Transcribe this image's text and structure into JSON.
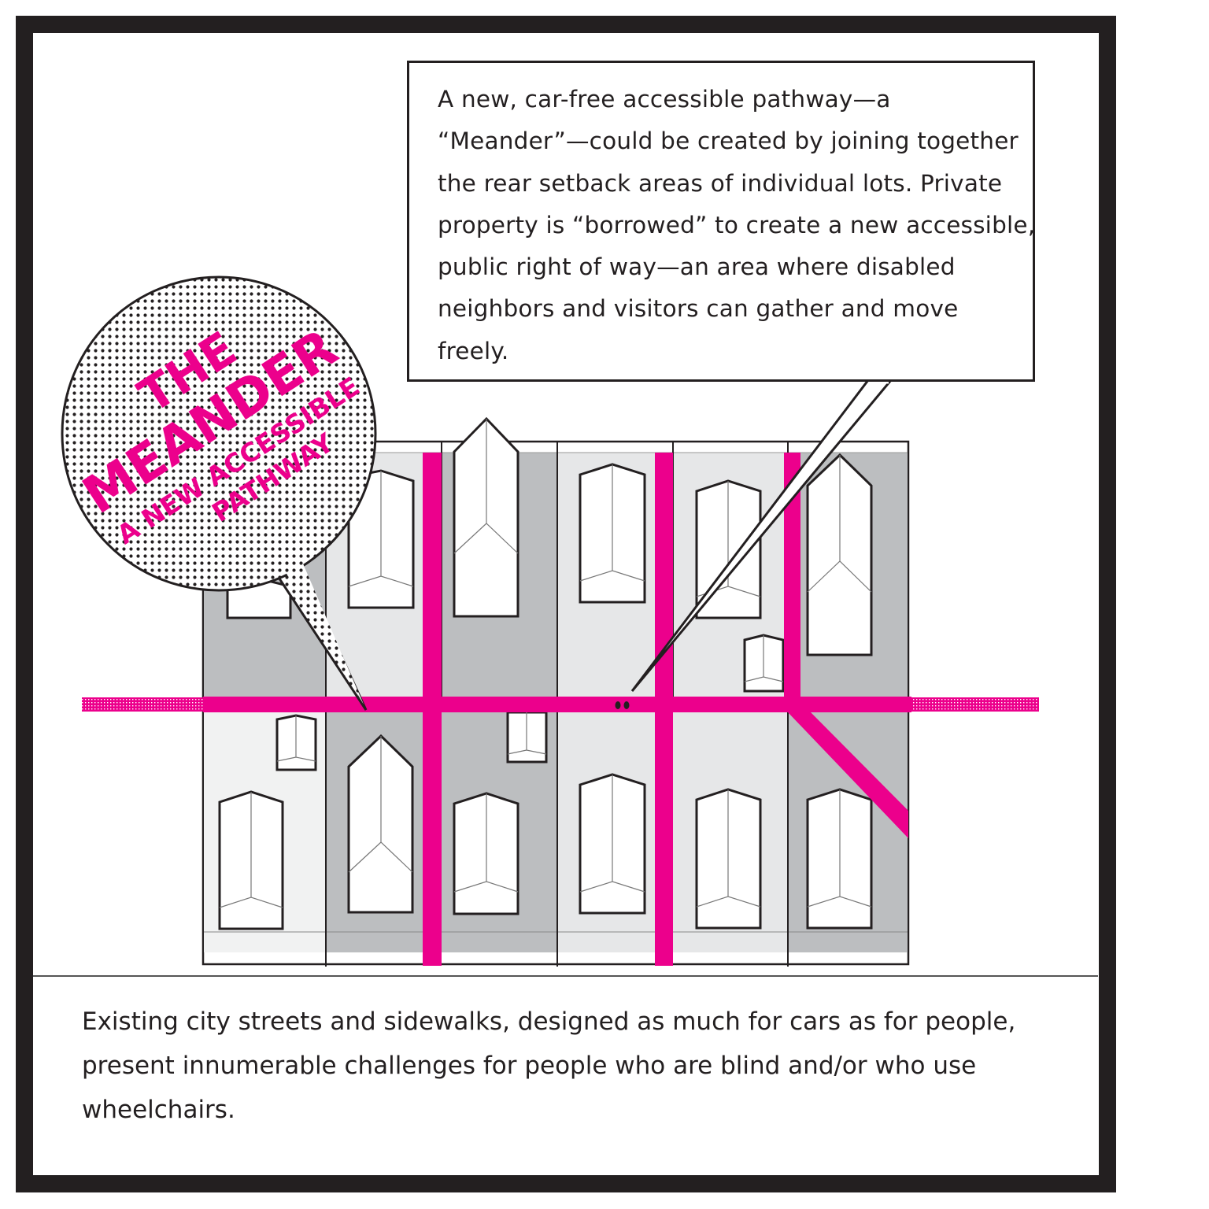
{
  "callout": {
    "text": "A new, car-free accessible pathway—a “Meander”—could be created by joining together the rear setback areas of individual lots. Private property is “borrowed” to create a new accessible, public right of way—an area where disabled neighbors and visitors can gather and move freely."
  },
  "bubble": {
    "line1": "THE",
    "line2": "MEANDER",
    "line3": "A NEW ACCESSIBLE",
    "line4": "PATHWAY"
  },
  "caption": {
    "text": "Existing city streets and sidewalks, designed as much for cars as for people, present innumerable challenges for people who are blind and/or who use wheelchairs."
  },
  "colors": {
    "frame": "#231f20",
    "pathway": "#ec008c",
    "lot_dark": "#bcbec0",
    "lot_light": "#e6e7e8",
    "lot_lighter": "#f1f2f2",
    "building": "#ffffff"
  },
  "map": {
    "lots_top": [
      "dark",
      "light",
      "dark",
      "light",
      "light",
      "dark"
    ],
    "lots_bottom": [
      "lighter",
      "dark",
      "dark",
      "light",
      "light",
      "dark"
    ],
    "pathway_label": "The Meander"
  }
}
